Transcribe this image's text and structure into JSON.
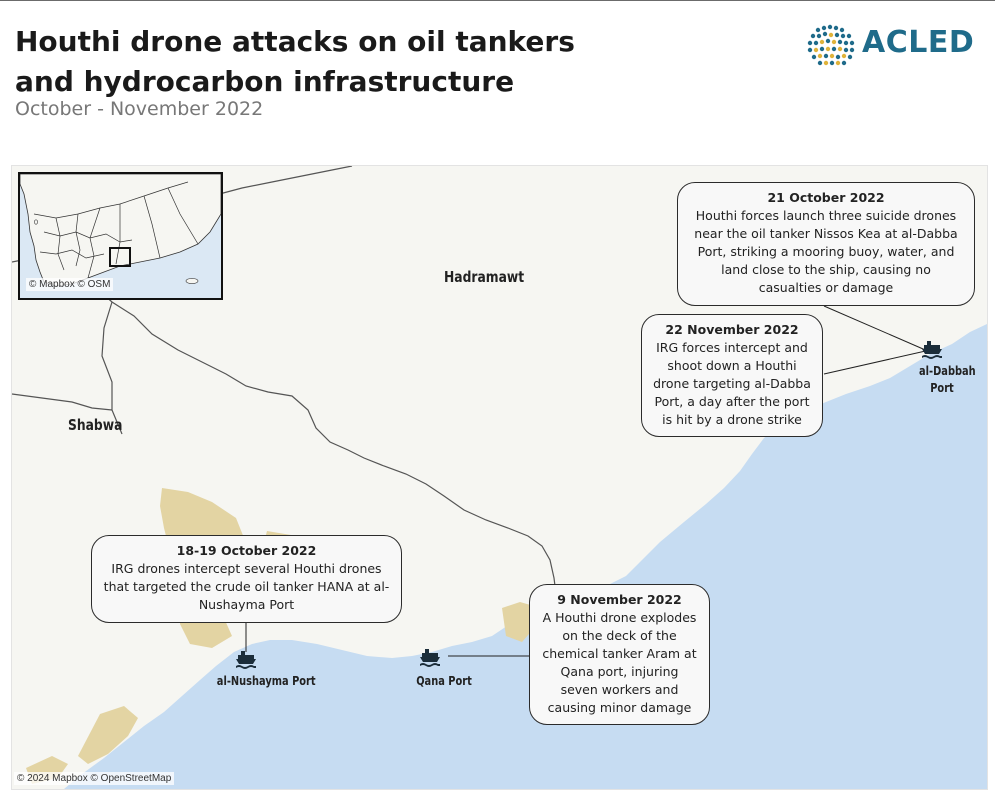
{
  "header": {
    "title_line1": "Houthi drone attacks on oil tankers",
    "title_line2": "and hydrocarbon infrastructure",
    "subtitle": "October - November 2022",
    "logo_text": "ACLED"
  },
  "colors": {
    "sea": "#c6dcf2",
    "land": "#f6f6f2",
    "desert": "#e3d4a3",
    "border": "#555555",
    "callout_border": "#2b2b2b",
    "logo": "#1f6b8a"
  },
  "map": {
    "regions": {
      "hadramawt": "Hadramawt",
      "shabwa": "Shabwa"
    },
    "ports": {
      "al_dabbah_line1": "al-Dabbah",
      "al_dabbah_line2": "Port",
      "al_nushayma": "al-Nushayma Port",
      "qana": "Qana Port"
    },
    "callouts": {
      "oct21": {
        "date": "21 October 2022",
        "text": "Houthi forces launch three suicide drones near the oil tanker Nissos Kea at al-Dabba Port, striking a mooring buoy, water, and land close to the ship, causing no casualties or damage"
      },
      "nov22": {
        "date": "22 November 2022",
        "text": "IRG forces intercept and shoot down a Houthi drone targeting al-Dabba Port, a day after the port is hit by a drone strike"
      },
      "oct18": {
        "date": "18-19 October 2022",
        "text": "IRG drones intercept several Houthi drones that targeted the crude oil tanker HANA at al-Nushayma Port"
      },
      "nov9": {
        "date": "9 November 2022",
        "text": "A Houthi drone explodes on the deck of the chemical tanker Aram at Qana port, injuring seven workers and causing minor damage"
      }
    },
    "inset_attribution": "© Mapbox © OSM",
    "attribution": "© 2024 Mapbox © OpenStreetMap",
    "icons": [
      "ship-icon",
      "acled-logo-icon"
    ]
  }
}
